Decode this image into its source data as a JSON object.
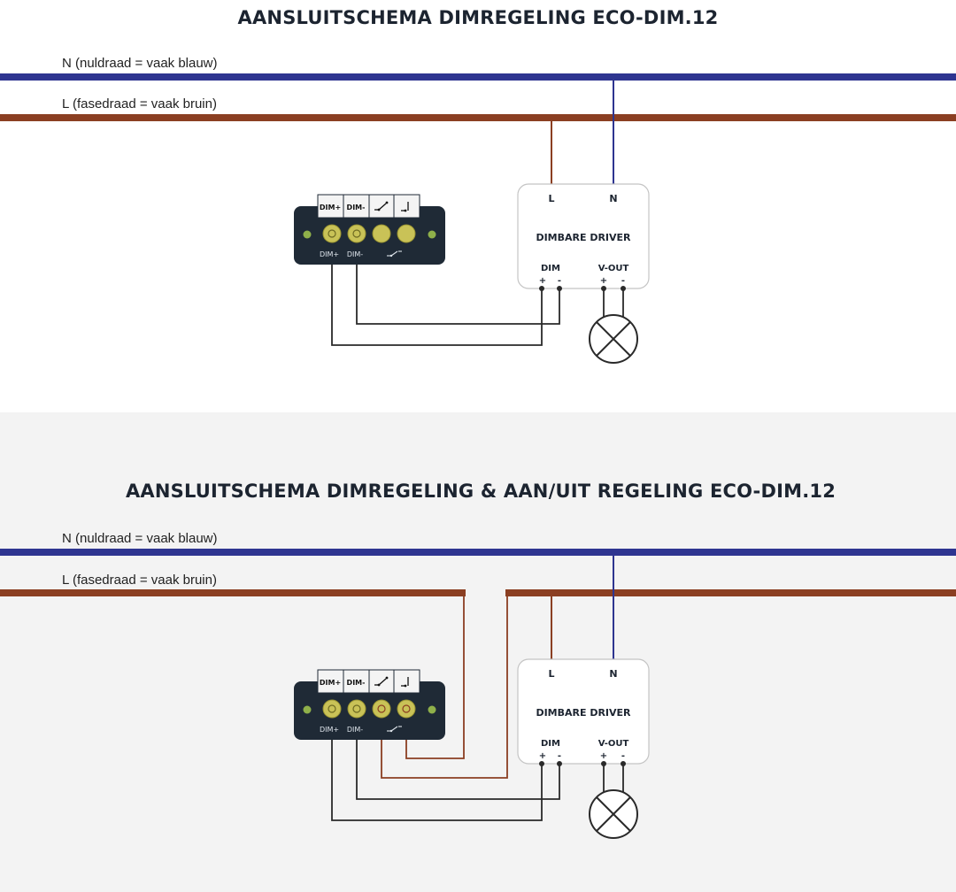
{
  "colors": {
    "neutral_wire": "#2e3590",
    "phase_wire": "#8b3f22",
    "control_wire": "#2a2a2a",
    "module_body": "#1f2a36",
    "terminal": "#c9c257",
    "bottom_background": "#f3f3f3"
  },
  "top": {
    "title": "AANSLUITSCHEMA DIMREGELING ECO-DIM.12",
    "neutral_label": "N (nuldraad = vaak blauw)",
    "phase_label": "L (fasedraad = vaak bruin)",
    "module": {
      "tag_dim_plus": "DIM+",
      "tag_dim_minus": "DIM-",
      "text_dim_plus": "DIM+",
      "text_dim_minus": "DIM-"
    },
    "driver": {
      "title": "DIMBARE DRIVER",
      "l": "L",
      "n": "N",
      "dim": "DIM",
      "vout": "V-OUT",
      "plus": "+",
      "minus": "-"
    }
  },
  "bottom": {
    "title": "AANSLUITSCHEMA DIMREGELING & AAN/UIT REGELING ECO-DIM.12",
    "neutral_label": "N (nuldraad = vaak blauw)",
    "phase_label": "L (fasedraad = vaak bruin)",
    "module": {
      "tag_dim_plus": "DIM+",
      "tag_dim_minus": "DIM-",
      "text_dim_plus": "DIM+",
      "text_dim_minus": "DIM-"
    },
    "driver": {
      "title": "DIMBARE DRIVER",
      "l": "L",
      "n": "N",
      "dim": "DIM",
      "vout": "V-OUT",
      "plus": "+",
      "minus": "-"
    }
  }
}
